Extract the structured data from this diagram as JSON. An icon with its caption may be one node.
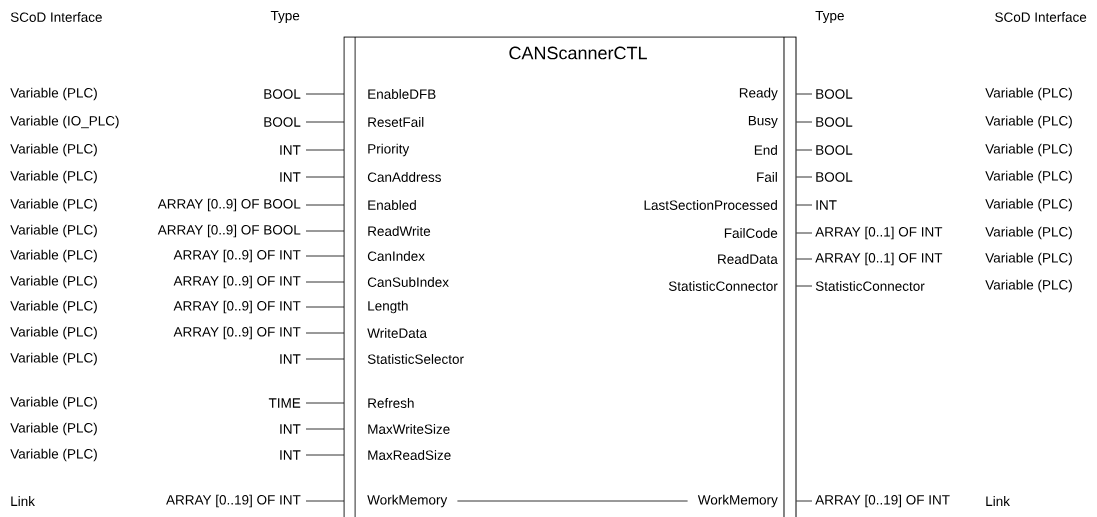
{
  "diagram": {
    "nodes": [
      {
        "text": [
          "CANScannerCTL"
        ]
      },
      {
        "text": [
          "BOOL"
        ]
      },
      {
        "text": [
          "EnableDFB"
        ],
        "in": 0
      },
      {
        "text": [
          "BOOL"
        ]
      },
      {
        "text": [
          "ResetFail"
        ],
        "in": 0
      },
      {
        "text": [
          "INT"
        ]
      },
      {
        "text": [
          "Priority"
        ],
        "in": 0
      },
      {
        "text": [
          "INT"
        ]
      },
      {
        "text": [
          "CanAddress"
        ],
        "in": 0
      },
      {
        "text": [
          "ARRAY [0..9] OF BOOL"
        ]
      },
      {
        "text": [
          "Enabled"
        ],
        "in": 0
      },
      {
        "text": [
          "ARRAY [0..9] OF BOOL"
        ]
      },
      {
        "text": [
          "ReadWrite"
        ],
        "in": 0
      },
      {
        "text": [
          "ARRAY [0..9] OF INT"
        ]
      },
      {
        "text": [
          "CanIndex"
        ],
        "in": 0
      },
      {
        "text": [
          "ARRAY [0..9] OF INT"
        ]
      },
      {
        "text": [
          "CanSubIndex"
        ],
        "in": 0
      },
      {
        "text": [
          "ARRAY [0..9] OF INT"
        ]
      },
      {
        "text": [
          "Length"
        ],
        "in": 0
      },
      {
        "text": [
          "ARRAY [0..9] OF INT"
        ]
      },
      {
        "text": [
          "WriteData"
        ],
        "in": 0
      },
      {
        "text": [
          "INT"
        ]
      },
      {
        "text": [
          "StatisticSelector"
        ],
        "in": 0
      },
      {
        "text": [
          "TIME"
        ]
      },
      {
        "text": [
          "Refresh"
        ],
        "in": 0
      },
      {
        "text": [
          "INT"
        ]
      },
      {
        "text": [
          "MaxWriteSize"
        ],
        "in": 0
      },
      {
        "text": [
          "INT"
        ]
      },
      {
        "text": [
          "MaxReadSize"
        ],
        "in": 0
      },
      {
        "text": [
          "ARRAY [0..19] OF INT"
        ]
      },
      {
        "text": [
          "WorkMemory"
        ],
        "in": 0
      },
      {
        "text": [
          "Ready"
        ],
        "in": 0
      },
      {
        "text": [
          "BOOL"
        ]
      },
      {
        "text": [
          "Busy"
        ],
        "in": 0
      },
      {
        "text": [
          "BOOL"
        ]
      },
      {
        "text": [
          "End"
        ],
        "in": 0
      },
      {
        "text": [
          "BOOL"
        ]
      },
      {
        "text": [
          "Fail"
        ],
        "in": 0
      },
      {
        "text": [
          "BOOL"
        ]
      },
      {
        "text": [
          "LastSectionProcessed"
        ],
        "in": 0
      },
      {
        "text": [
          "INT"
        ]
      },
      {
        "text": [
          "FailCode"
        ],
        "in": 0
      },
      {
        "text": [
          "ARRAY [0..1] OF INT"
        ]
      },
      {
        "text": [
          "ReadData"
        ],
        "in": 0
      },
      {
        "text": [
          "ARRAY [0..1] OF INT"
        ]
      },
      {
        "text": [
          "StatisticConnector"
        ],
        "in": 0
      },
      {
        "text": [
          "StatisticConnector"
        ]
      },
      {
        "text": [
          "WorkMemory"
        ],
        "in": 0
      },
      {
        "text": [
          "ARRAY [0..19] OF INT"
        ]
      }
    ],
    "edges": [
      {
        "from": 1,
        "to": 0,
        "arrow": "none"
      },
      {
        "from": 3,
        "to": 0,
        "arrow": "none"
      },
      {
        "from": 5,
        "to": 0,
        "arrow": "none"
      },
      {
        "from": 7,
        "to": 0,
        "arrow": "none"
      },
      {
        "from": 9,
        "to": 0,
        "arrow": "none"
      },
      {
        "from": 11,
        "to": 0,
        "arrow": "none"
      },
      {
        "from": 13,
        "to": 0,
        "arrow": "none"
      },
      {
        "from": 15,
        "to": 0,
        "arrow": "none"
      },
      {
        "from": 17,
        "to": 0,
        "arrow": "none"
      },
      {
        "from": 19,
        "to": 0,
        "arrow": "none"
      },
      {
        "from": 21,
        "to": 0,
        "arrow": "none"
      },
      {
        "from": 23,
        "to": 0,
        "arrow": "none"
      },
      {
        "from": 25,
        "to": 0,
        "arrow": "none"
      },
      {
        "from": 27,
        "to": 0,
        "arrow": "none"
      },
      {
        "from": 29,
        "to": 0,
        "arrow": "none"
      },
      {
        "from": 30,
        "to": 47,
        "arrow": "none"
      },
      {
        "from": 0,
        "to": 32,
        "arrow": "none"
      },
      {
        "from": 0,
        "to": 34,
        "arrow": "none"
      },
      {
        "from": 0,
        "to": 36,
        "arrow": "none"
      },
      {
        "from": 0,
        "to": 38,
        "arrow": "none"
      },
      {
        "from": 0,
        "to": 40,
        "arrow": "none"
      },
      {
        "from": 0,
        "to": 42,
        "arrow": "none"
      },
      {
        "from": 0,
        "to": 44,
        "arrow": "none"
      },
      {
        "from": 0,
        "to": 46,
        "arrow": "none"
      },
      {
        "from": 0,
        "to": 48,
        "arrow": "none"
      }
    ],
    "labels": [
      "SCoD Interface",
      "Type",
      "Type",
      "SCoD Interface",
      "Variable (PLC)",
      "Variable (PLC)",
      "Variable (IO_PLC)",
      "Variable (PLC)",
      "Variable (PLC)",
      "Variable (PLC)",
      "Variable (PLC)",
      "Variable (PLC)",
      "Variable (PLC)",
      "Variable (PLC)",
      "Variable (PLC)",
      "Variable (PLC)",
      "Variable (PLC)",
      "Variable (PLC)",
      "Variable (PLC)",
      "Variable (PLC)",
      "Variable (PLC)",
      "Variable (PLC)",
      "Variable (PLC)",
      "Variable (PLC)",
      "Variable (PLC)",
      "Variable (PLC)",
      "Link",
      "Link"
    ]
  }
}
